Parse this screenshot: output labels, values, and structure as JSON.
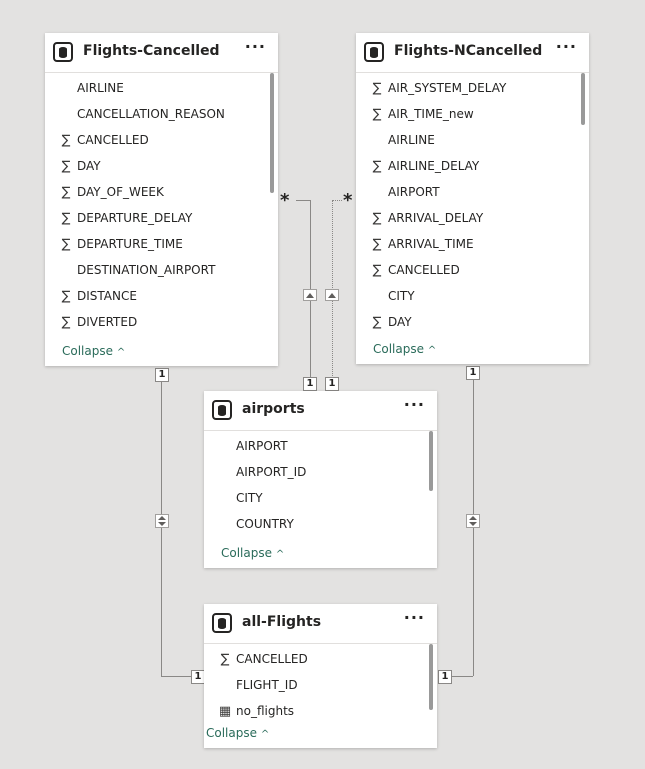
{
  "tables": {
    "flights_cancelled": {
      "title": "Flights-Cancelled",
      "more": "···",
      "fields": [
        {
          "icon": "",
          "label": "AIRLINE"
        },
        {
          "icon": "",
          "label": "CANCELLATION_REASON"
        },
        {
          "icon": "∑",
          "label": "CANCELLED"
        },
        {
          "icon": "∑",
          "label": "DAY"
        },
        {
          "icon": "∑",
          "label": "DAY_OF_WEEK"
        },
        {
          "icon": "∑",
          "label": "DEPARTURE_DELAY"
        },
        {
          "icon": "∑",
          "label": "DEPARTURE_TIME"
        },
        {
          "icon": "",
          "label": "DESTINATION_AIRPORT"
        },
        {
          "icon": "∑",
          "label": "DISTANCE"
        },
        {
          "icon": "∑",
          "label": "DIVERTED"
        }
      ],
      "collapse": "Collapse"
    },
    "flights_ncancelled": {
      "title": "Flights-NCancelled",
      "more": "···",
      "fields": [
        {
          "icon": "∑",
          "label": "AIR_SYSTEM_DELAY"
        },
        {
          "icon": "∑",
          "label": "AIR_TIME_new"
        },
        {
          "icon": "",
          "label": "AIRLINE"
        },
        {
          "icon": "∑",
          "label": "AIRLINE_DELAY"
        },
        {
          "icon": "",
          "label": "AIRPORT"
        },
        {
          "icon": "∑",
          "label": "ARRIVAL_DELAY"
        },
        {
          "icon": "∑",
          "label": "ARRIVAL_TIME"
        },
        {
          "icon": "∑",
          "label": "CANCELLED"
        },
        {
          "icon": "",
          "label": "CITY"
        },
        {
          "icon": "∑",
          "label": "DAY"
        }
      ],
      "collapse": "Collapse"
    },
    "airports": {
      "title": "airports",
      "more": "···",
      "fields": [
        {
          "icon": "",
          "label": "AIRPORT"
        },
        {
          "icon": "",
          "label": "AIRPORT_ID"
        },
        {
          "icon": "",
          "label": "CITY"
        },
        {
          "icon": "",
          "label": "COUNTRY"
        }
      ],
      "collapse": "Collapse"
    },
    "all_flights": {
      "title": "all-Flights",
      "more": "···",
      "fields": [
        {
          "icon": "∑",
          "label": "CANCELLED"
        },
        {
          "icon": "",
          "label": "FLIGHT_ID"
        },
        {
          "icon": "▦",
          "label": "no_flights"
        }
      ],
      "collapse": "Collapse"
    }
  },
  "relationships": {
    "many": "*",
    "one": "1"
  }
}
